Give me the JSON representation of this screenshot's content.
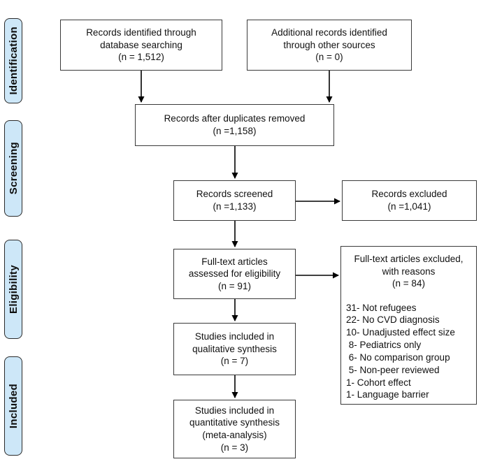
{
  "colors": {
    "stage_fill": "#cde7f8",
    "stage_border": "#2b2b2b",
    "box_border": "#3a3a3a",
    "arrow": "#000000",
    "background": "#ffffff",
    "text": "#111111"
  },
  "stages": {
    "identification": "Identification",
    "screening": "Screening",
    "eligibility": "Eligibility",
    "included": "Included"
  },
  "boxes": {
    "database": "Records identified through\ndatabase searching\n(n = 1,512)",
    "other_sources": "Additional records identified\nthrough other sources\n(n = 0)",
    "duplicates_removed": "Records after duplicates removed\n(n =1,158)",
    "screened": "Records screened\n(n =1,133)",
    "excluded": "Records excluded\n(n =1,041)",
    "fulltext_assessed": "Full-text articles\nassessed for eligibility\n(n = 91)",
    "fulltext_excluded_header": "Full-text articles excluded,\nwith reasons\n(n = 84)",
    "fulltext_excluded_reasons": [
      "31- Not refugees",
      "22- No CVD diagnosis",
      "10- Unadjusted effect size",
      " 8- Pediatrics only",
      " 6- No comparison group",
      " 5- Non-peer reviewed",
      "1- Cohort effect",
      "1- Language barrier"
    ],
    "qualitative": "Studies included in\nqualitative synthesis\n(n = 7)",
    "quantitative": "Studies included in\nquantitative synthesis\n(meta-analysis)\n(n = 3)"
  }
}
